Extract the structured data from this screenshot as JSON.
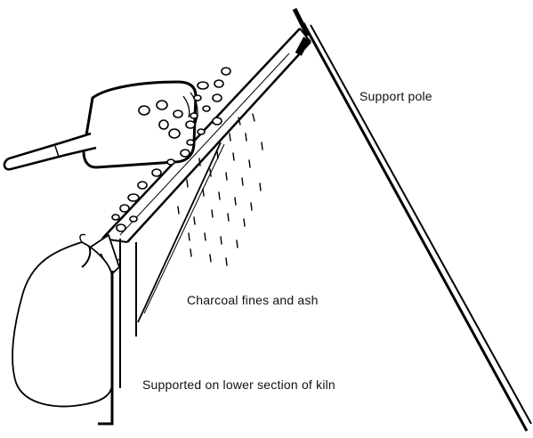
{
  "labels": {
    "support_pole": "Support pole",
    "fines_and_ash": "Charcoal fines and ash",
    "supported_on": "Supported on lower section of kiln"
  }
}
